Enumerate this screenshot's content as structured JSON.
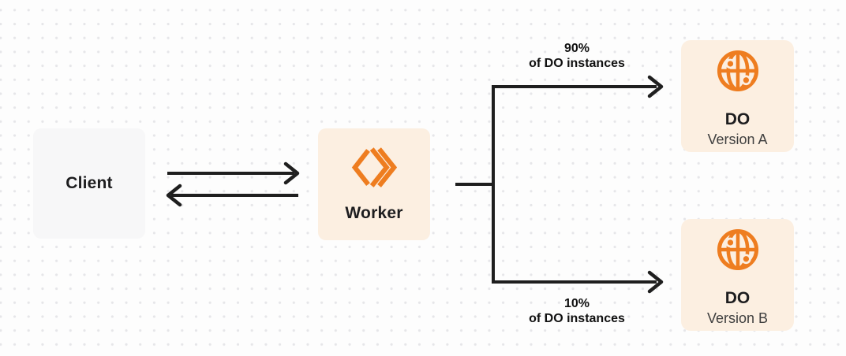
{
  "colors": {
    "accent": "#ee7d20",
    "node_cream": "#fcefe1",
    "node_gray": "#f7f7f8",
    "wire": "#1f1f1f",
    "text_dark": "#1d1d1f",
    "text_secondary": "#3f3f3f",
    "dot": "#e6e6e9",
    "bg": "#fdfdfd"
  },
  "nodes": {
    "client": {
      "label": "Client"
    },
    "worker": {
      "label": "Worker",
      "icon": "cloudflare-workers-icon"
    },
    "do_version_a": {
      "title": "DO",
      "subtitle": "Version A",
      "icon": "globe-icon"
    },
    "do_version_b": {
      "title": "DO",
      "subtitle": "Version B",
      "icon": "globe-icon"
    }
  },
  "edges": {
    "client_worker": {
      "type": "bidirectional-arrows"
    },
    "top_branch": {
      "percent": "90%",
      "caption": "of DO instances"
    },
    "bottom_branch": {
      "percent": "10%",
      "caption": "of DO instances"
    }
  }
}
